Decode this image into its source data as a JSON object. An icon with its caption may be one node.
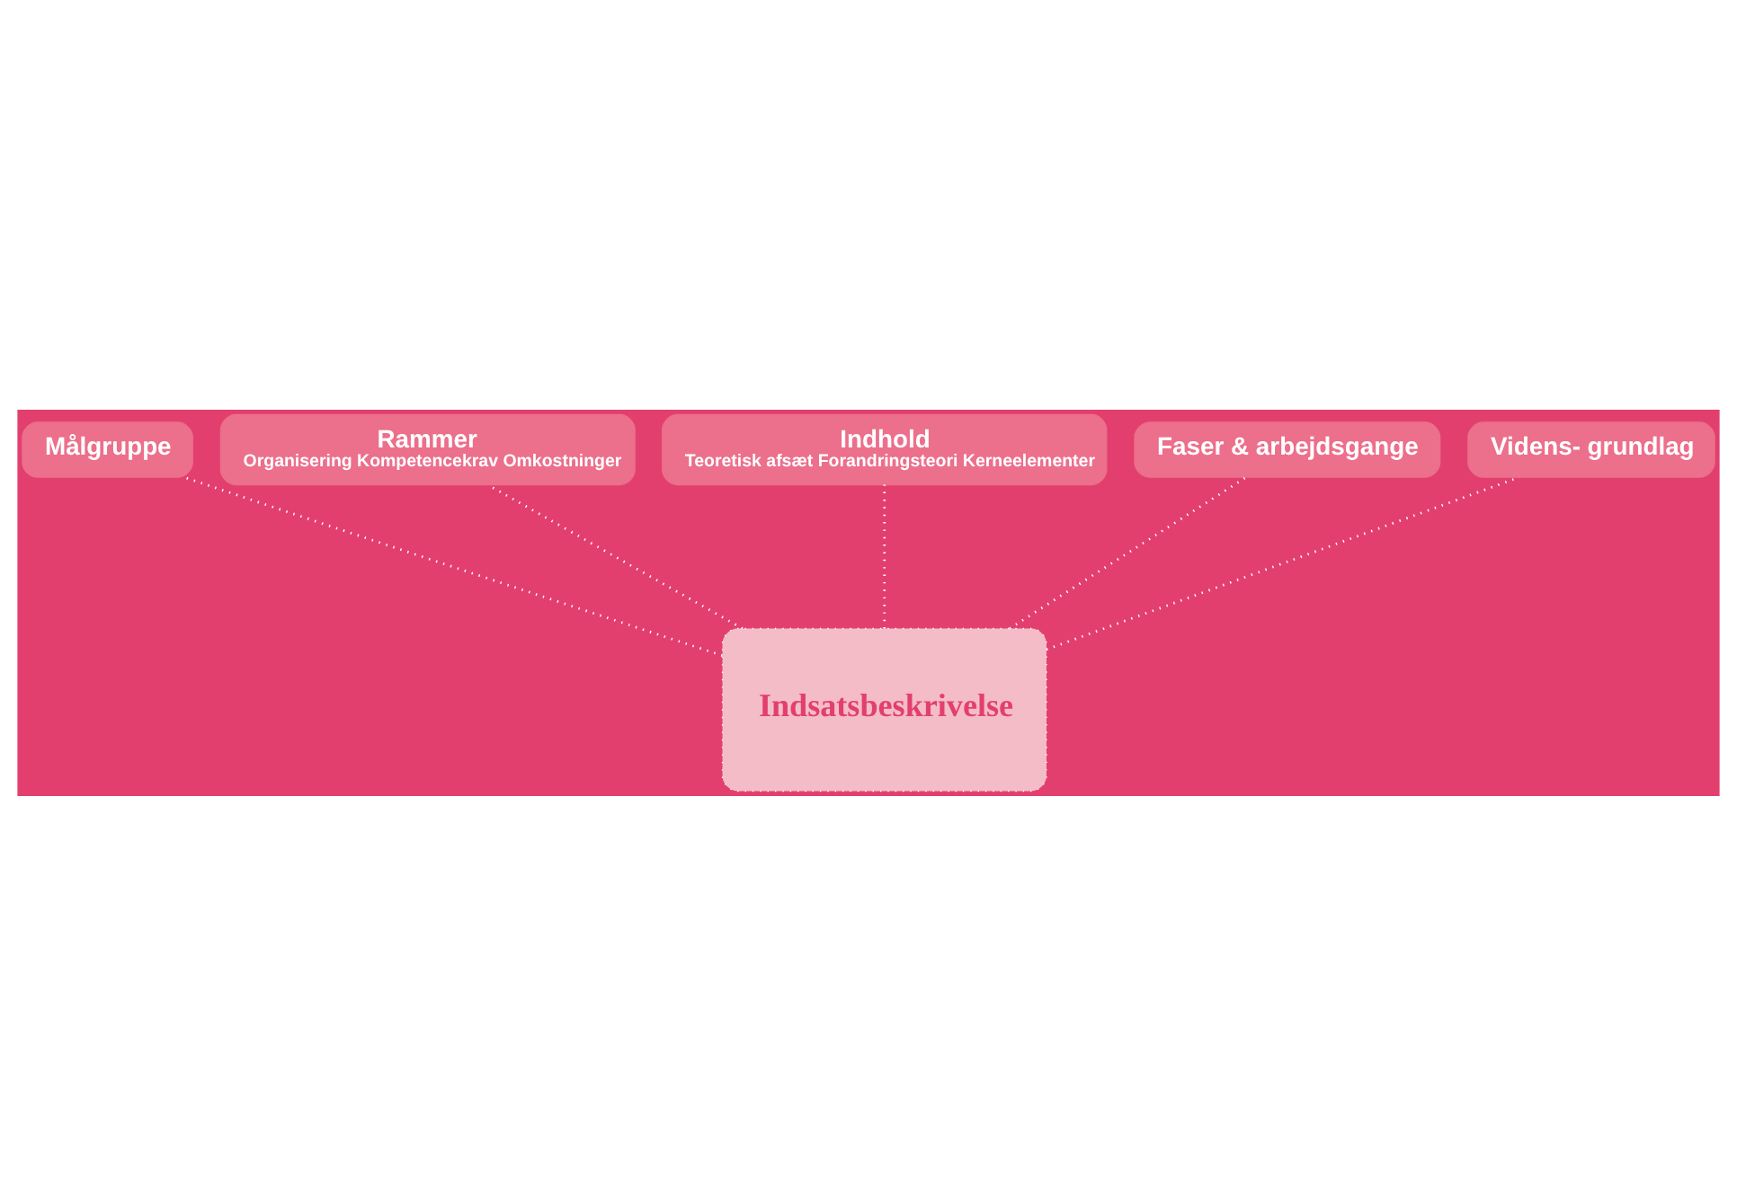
{
  "diagram": {
    "nodes": [
      {
        "text": [
          "Målgruppe"
        ]
      },
      {
        "text": [
          "Rammer",
          "Organisering Kompetencekrav Omkostninger"
        ]
      },
      {
        "text": [
          "Indhold",
          "Teoretisk afsæt Forandringsteori Kerneelementer"
        ]
      },
      {
        "text": [
          "Faser & arbejdsgange"
        ]
      },
      {
        "text": [
          "Videns- grundlag"
        ]
      },
      {
        "text": [
          "Indsatsbeskrivelse"
        ]
      }
    ],
    "edges": [
      {
        "from": 5,
        "to": 0,
        "arrow": "none"
      },
      {
        "from": 5,
        "to": 1,
        "arrow": "none"
      },
      {
        "from": 5,
        "to": 2,
        "arrow": "none"
      },
      {
        "from": 5,
        "to": 3,
        "arrow": "none"
      },
      {
        "from": 5,
        "to": 4,
        "arrow": "none"
      }
    ]
  }
}
